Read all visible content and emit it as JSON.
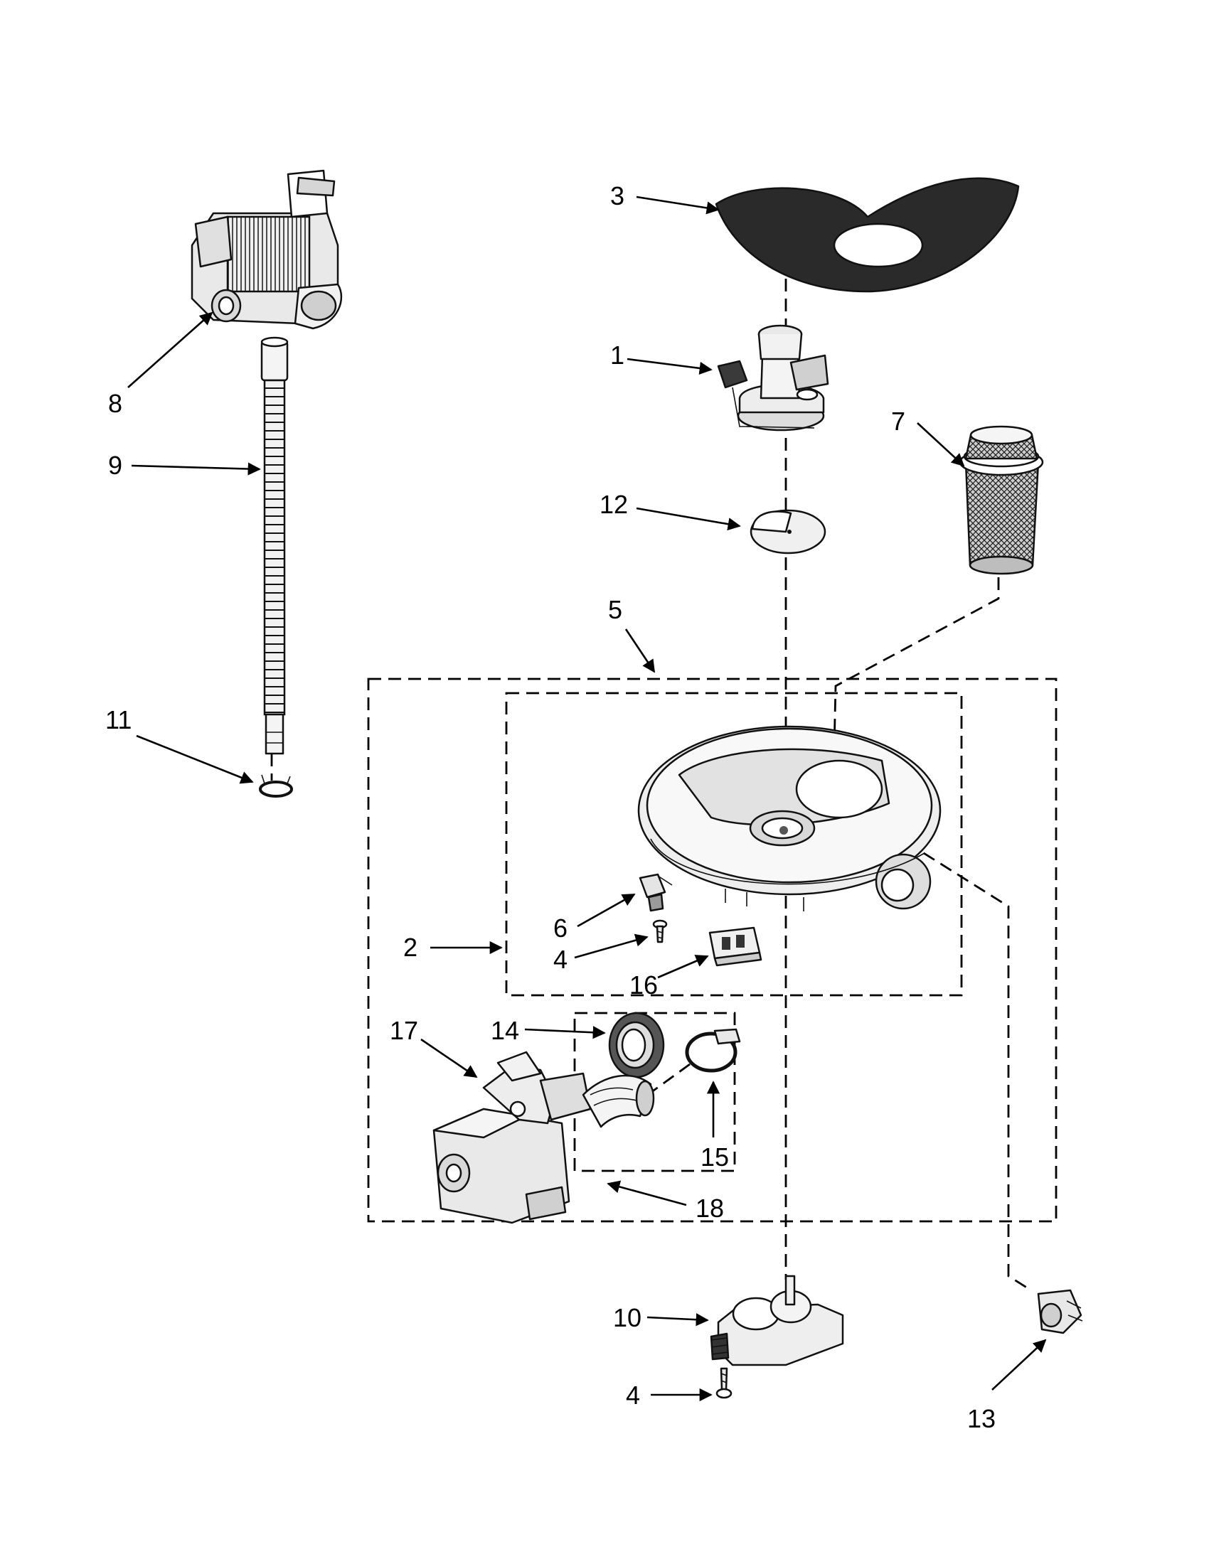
{
  "diagram": {
    "callouts": {
      "c1": "1",
      "c2": "2",
      "c3": "3",
      "c4a": "4",
      "c4b": "4",
      "c5": "5",
      "c6": "6",
      "c7": "7",
      "c8": "8",
      "c9": "9",
      "c10": "10",
      "c11": "11",
      "c12": "12",
      "c13": "13",
      "c14": "14",
      "c15": "15",
      "c16": "16",
      "c17": "17",
      "c18": "18"
    },
    "parts": [
      {
        "ref": "1",
        "icon": "pump-housing-icon"
      },
      {
        "ref": "2",
        "icon": "sump-assembly-icon"
      },
      {
        "ref": "3",
        "icon": "filter-screen-icon"
      },
      {
        "ref": "4",
        "icon": "screw-icon"
      },
      {
        "ref": "5",
        "icon": "pump-sump-assembly-group-icon"
      },
      {
        "ref": "6",
        "icon": "sensor-icon"
      },
      {
        "ref": "7",
        "icon": "mesh-filter-icon"
      },
      {
        "ref": "8",
        "icon": "drain-pump-icon"
      },
      {
        "ref": "9",
        "icon": "drain-hose-icon"
      },
      {
        "ref": "10",
        "icon": "diverter-motor-icon"
      },
      {
        "ref": "11",
        "icon": "hose-clamp-icon"
      },
      {
        "ref": "12",
        "icon": "diverter-disc-icon"
      },
      {
        "ref": "13",
        "icon": "thermistor-icon"
      },
      {
        "ref": "14",
        "icon": "seal-icon"
      },
      {
        "ref": "15",
        "icon": "clamp-icon"
      },
      {
        "ref": "16",
        "icon": "connector-icon"
      },
      {
        "ref": "17",
        "icon": "circulation-pump-motor-icon"
      },
      {
        "ref": "18",
        "icon": "hose-kit-icon"
      }
    ],
    "colors": {
      "line": "#000000",
      "fill_dark": "#2a2a2a",
      "fill_mid": "#9a9a9a",
      "fill_light": "#e6e6e6"
    }
  }
}
